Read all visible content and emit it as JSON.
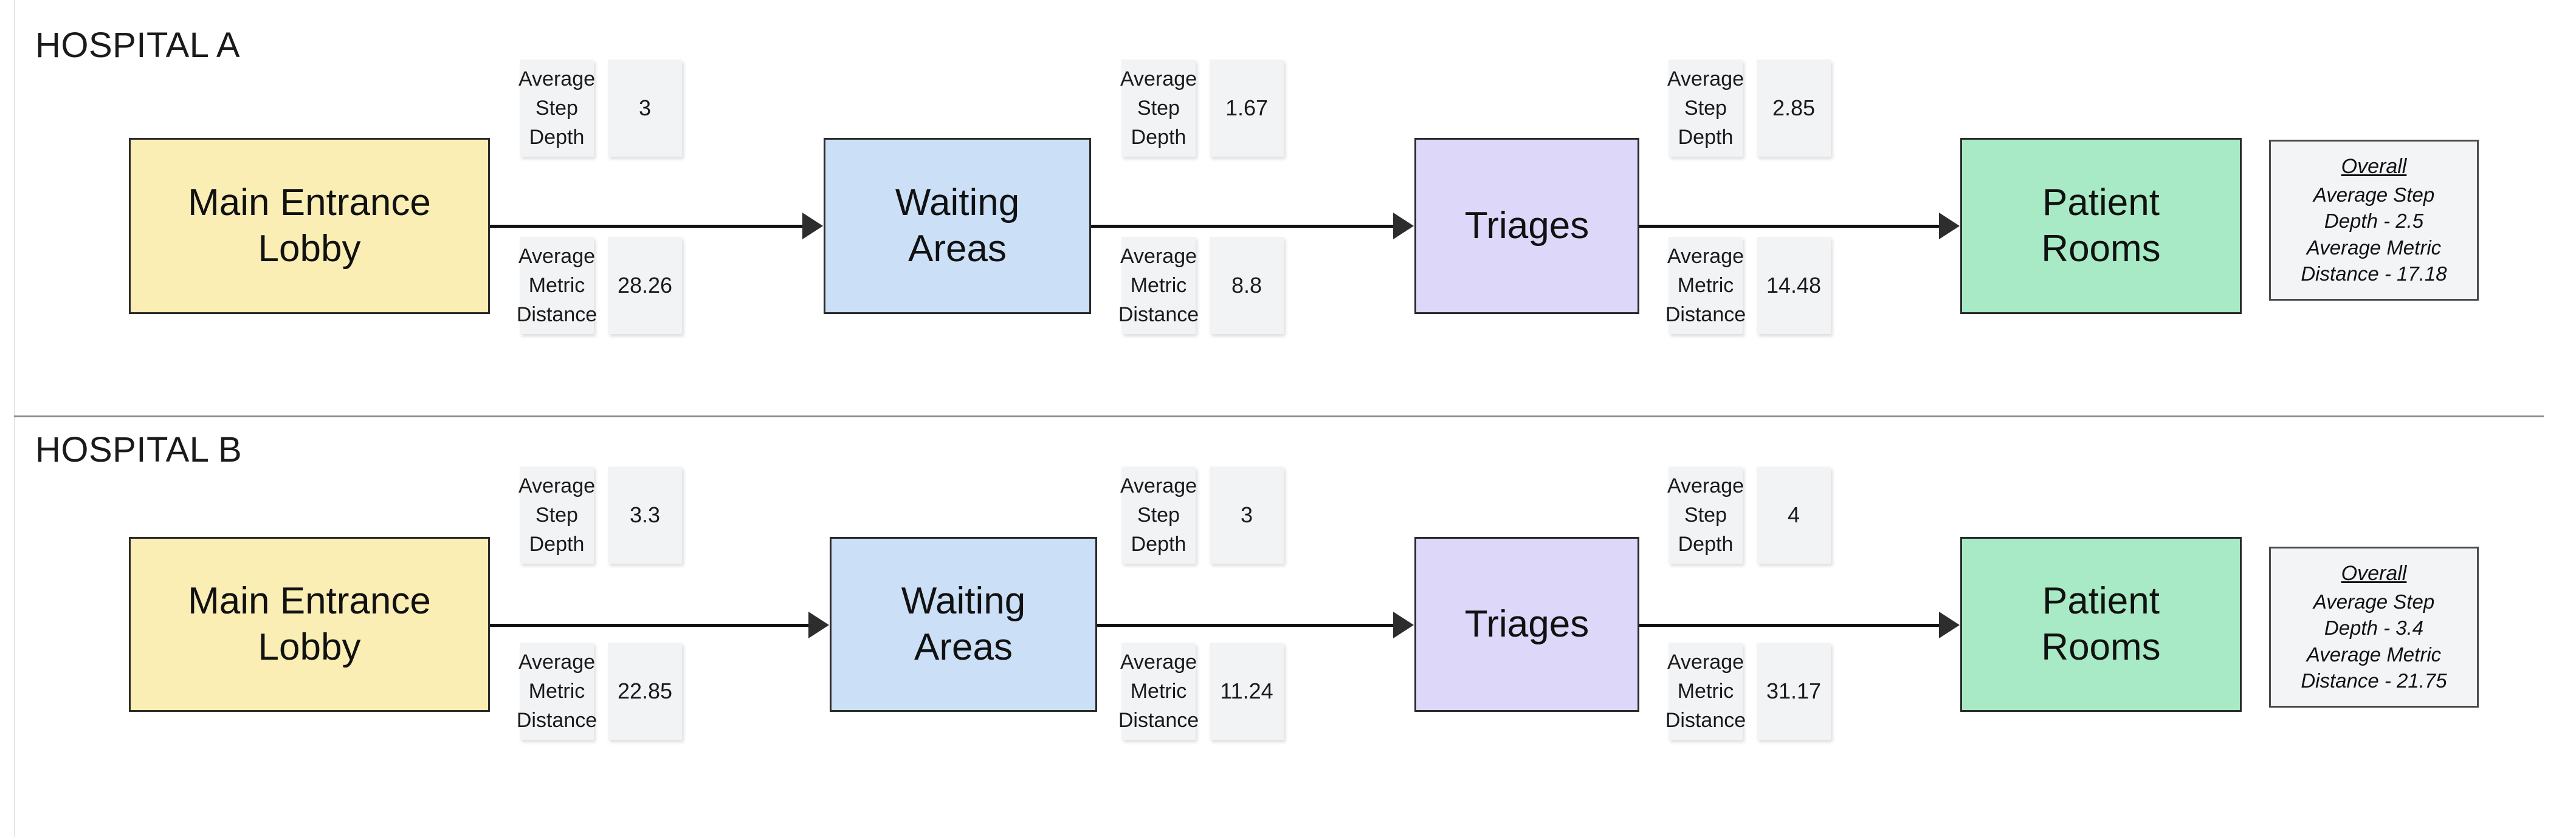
{
  "page": {
    "background": "#ffffff",
    "divider_color": "#8c8c8c"
  },
  "colors": {
    "lobby": "#faeeb4",
    "waiting": "#cbe0f7",
    "triage": "#ddd7f9",
    "rooms": "#a7eac5",
    "tile": "#f2f3f5",
    "overall": "#f3f4f6",
    "stroke": "#2b2b2b"
  },
  "metric_labels": {
    "step_depth": "Average\nStep\nDepth",
    "metric_distance": "Average\nMetric\nDistance",
    "step_depth_line1": "Average",
    "step_depth_line2": "Step",
    "step_depth_line3": "Depth",
    "metric_distance_line1": "Average",
    "metric_distance_line2": "Metric",
    "metric_distance_line3": "Distance"
  },
  "overall_labels": {
    "title": "Overall",
    "step_depth_prefix": "Average Step",
    "step_depth_key": "Depth - ",
    "metric_distance_prefix": "Average Metric",
    "metric_distance_key": "Distance - "
  },
  "sections": [
    {
      "id": "hospital-a",
      "title": "HOSPITAL A",
      "nodes": [
        {
          "id": "lobby",
          "label": "Main Entrance\nLobby",
          "line1": "Main Entrance",
          "line2": "Lobby"
        },
        {
          "id": "waiting",
          "label": "Waiting\nAreas",
          "line1": "Waiting",
          "line2": "Areas"
        },
        {
          "id": "triage",
          "label": "Triages",
          "line1": "Triages",
          "line2": ""
        },
        {
          "id": "rooms",
          "label": "Patient\nRooms",
          "line1": "Patient",
          "line2": "Rooms"
        }
      ],
      "edges": [
        {
          "from": "lobby",
          "to": "waiting",
          "step_depth": "3",
          "metric_distance": "28.26"
        },
        {
          "from": "waiting",
          "to": "triage",
          "step_depth": "1.67",
          "metric_distance": "8.8"
        },
        {
          "from": "triage",
          "to": "rooms",
          "step_depth": "2.85",
          "metric_distance": "14.48"
        }
      ],
      "overall": {
        "title": "Overall",
        "step_depth_label": "Average Step",
        "step_depth_value": "Depth - 2.5",
        "metric_distance_label": "Average Metric",
        "metric_distance_value": "Distance - 17.18"
      }
    },
    {
      "id": "hospital-b",
      "title": "HOSPITAL B",
      "nodes": [
        {
          "id": "lobby",
          "label": "Main Entrance\nLobby",
          "line1": "Main Entrance",
          "line2": "Lobby"
        },
        {
          "id": "waiting",
          "label": "Waiting\nAreas",
          "line1": "Waiting",
          "line2": "Areas"
        },
        {
          "id": "triage",
          "label": "Triages",
          "line1": "Triages",
          "line2": ""
        },
        {
          "id": "rooms",
          "label": "Patient\nRooms",
          "line1": "Patient",
          "line2": "Rooms"
        }
      ],
      "edges": [
        {
          "from": "lobby",
          "to": "waiting",
          "step_depth": "3.3",
          "metric_distance": "22.85"
        },
        {
          "from": "waiting",
          "to": "triage",
          "step_depth": "3",
          "metric_distance": "11.24"
        },
        {
          "from": "triage",
          "to": "rooms",
          "step_depth": "4",
          "metric_distance": "31.17"
        }
      ],
      "overall": {
        "title": "Overall",
        "step_depth_label": "Average Step",
        "step_depth_value": "Depth - 3.4",
        "metric_distance_label": "Average Metric",
        "metric_distance_value": "Distance - 21.75"
      }
    }
  ]
}
